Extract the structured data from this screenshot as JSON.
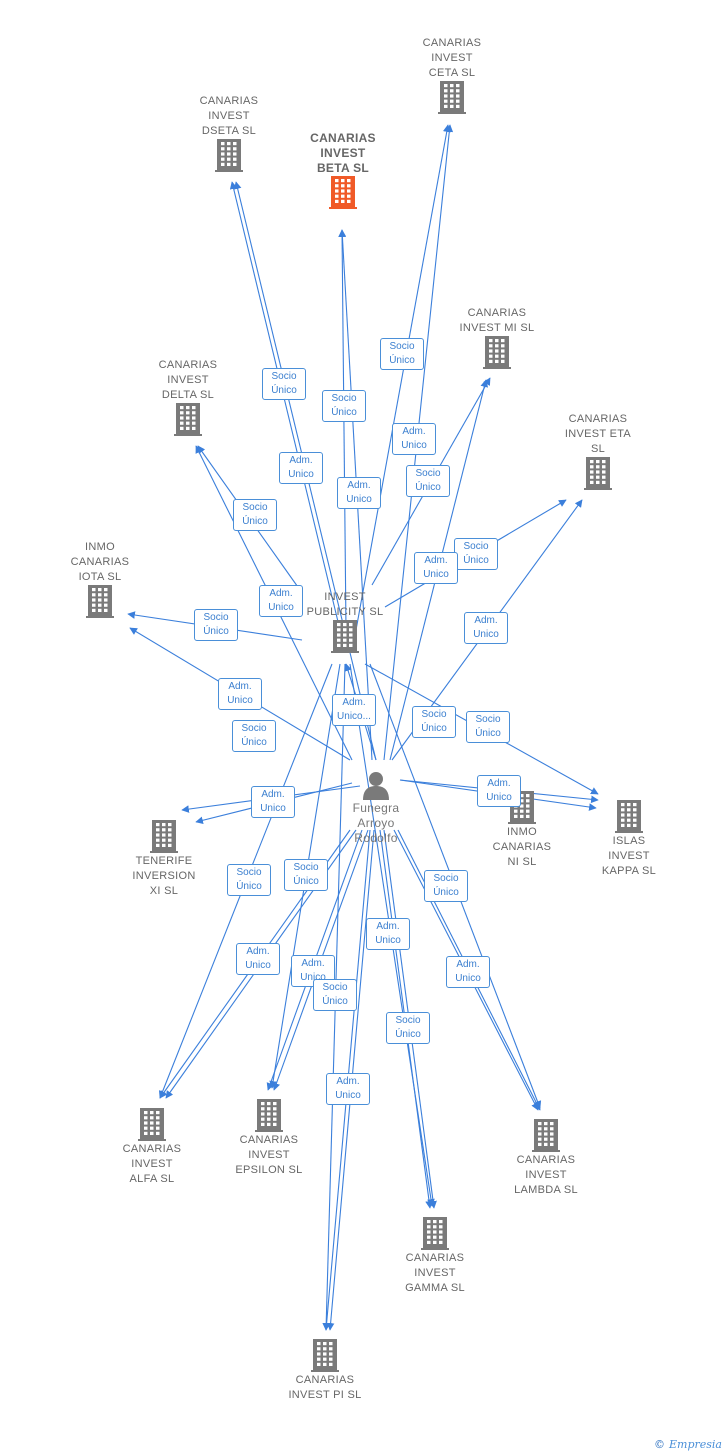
{
  "colors": {
    "edge": "#3b7fdb",
    "building": "#7a7a7a",
    "focus": "#f05a28"
  },
  "companies": [
    {
      "id": "ceta",
      "label": [
        "CANARIAS",
        "INVEST",
        "CETA  SL"
      ],
      "icon": "building-icon"
    },
    {
      "id": "dseta",
      "label": [
        "CANARIAS",
        "INVEST",
        "DSETA  SL"
      ],
      "icon": "building-icon"
    },
    {
      "id": "beta",
      "label": [
        "CANARIAS",
        "INVEST",
        "BETA  SL"
      ],
      "icon": "building-icon",
      "focus": true
    },
    {
      "id": "mi",
      "label": [
        "CANARIAS",
        "INVEST MI  SL"
      ],
      "icon": "building-icon"
    },
    {
      "id": "delta",
      "label": [
        "CANARIAS",
        "INVEST",
        "DELTA  SL"
      ],
      "icon": "building-icon"
    },
    {
      "id": "eta",
      "label": [
        "CANARIAS",
        "INVEST ETA",
        "SL"
      ],
      "icon": "building-icon"
    },
    {
      "id": "iota",
      "label": [
        "INMO",
        "CANARIAS",
        "IOTA  SL"
      ],
      "icon": "building-icon"
    },
    {
      "id": "publicity",
      "label": [
        "INVEST",
        "PUBLICITY  SL"
      ],
      "icon": "building-icon"
    },
    {
      "id": "tenerife",
      "label": [
        "TENERIFE",
        "INVERSION",
        "XI  SL"
      ],
      "icon": "building-icon"
    },
    {
      "id": "ni",
      "label": [
        "INMO",
        "CANARIAS",
        "NI  SL"
      ],
      "icon": "building-icon"
    },
    {
      "id": "kappa",
      "label": [
        "ISLAS",
        "INVEST",
        "KAPPA  SL"
      ],
      "icon": "building-icon"
    },
    {
      "id": "alfa",
      "label": [
        "CANARIAS",
        "INVEST",
        "ALFA  SL"
      ],
      "icon": "building-icon"
    },
    {
      "id": "epsilon",
      "label": [
        "CANARIAS",
        "INVEST",
        "EPSILON  SL"
      ],
      "icon": "building-icon"
    },
    {
      "id": "lambda",
      "label": [
        "CANARIAS",
        "INVEST",
        "LAMBDA  SL"
      ],
      "icon": "building-icon"
    },
    {
      "id": "gamma",
      "label": [
        "CANARIAS",
        "INVEST",
        "GAMMA  SL"
      ],
      "icon": "building-icon"
    },
    {
      "id": "pi",
      "label": [
        "CANARIAS",
        "INVEST PI  SL"
      ],
      "icon": "building-icon"
    }
  ],
  "person": {
    "id": "funegra",
    "label": [
      "Funegra",
      "Arroyo",
      "Rodolfo"
    ],
    "icon": "person-icon"
  },
  "relations": [
    {
      "id": "r1",
      "text": [
        "Socio",
        "Único"
      ]
    },
    {
      "id": "r2",
      "text": [
        "Socio",
        "Único"
      ]
    },
    {
      "id": "r3",
      "text": [
        "Socio",
        "Único"
      ]
    },
    {
      "id": "r4",
      "text": [
        "Adm.",
        "Unico"
      ]
    },
    {
      "id": "r5",
      "text": [
        "Adm.",
        "Unico"
      ]
    },
    {
      "id": "r6",
      "text": [
        "Socio",
        "Único"
      ]
    },
    {
      "id": "r7",
      "text": [
        "Adm.",
        "Unico"
      ]
    },
    {
      "id": "r8",
      "text": [
        "Socio",
        "Único"
      ]
    },
    {
      "id": "r9",
      "text": [
        "Socio",
        "Único"
      ]
    },
    {
      "id": "r10",
      "text": [
        "Adm.",
        "Unico"
      ]
    },
    {
      "id": "r11",
      "text": [
        "Adm.",
        "Unico"
      ]
    },
    {
      "id": "r12",
      "text": [
        "Socio",
        "Único"
      ]
    },
    {
      "id": "r13",
      "text": [
        "Adm.",
        "Unico"
      ]
    },
    {
      "id": "r14",
      "text": [
        "Adm.",
        "Unico"
      ]
    },
    {
      "id": "r15",
      "text": [
        "Adm.",
        "Unico..."
      ]
    },
    {
      "id": "r16",
      "text": [
        "Socio",
        "Único"
      ]
    },
    {
      "id": "r17",
      "text": [
        "Socio",
        "Único"
      ]
    },
    {
      "id": "r18",
      "text": [
        "Socio",
        "Único"
      ]
    },
    {
      "id": "r19",
      "text": [
        "Adm.",
        "Unico"
      ]
    },
    {
      "id": "r20",
      "text": [
        "Adm.",
        "Unico"
      ]
    },
    {
      "id": "r21",
      "text": [
        "Socio",
        "Único"
      ]
    },
    {
      "id": "r22",
      "text": [
        "Socio",
        "Único"
      ]
    },
    {
      "id": "r23",
      "text": [
        "Socio",
        "Único"
      ]
    },
    {
      "id": "r24",
      "text": [
        "Adm.",
        "Unico"
      ]
    },
    {
      "id": "r25",
      "text": [
        "Adm.",
        "Unico"
      ]
    },
    {
      "id": "r26",
      "text": [
        "Adm.",
        "Unico"
      ]
    },
    {
      "id": "r27",
      "text": [
        "Socio",
        "Único"
      ]
    },
    {
      "id": "r28",
      "text": [
        "Adm.",
        "Unico"
      ]
    },
    {
      "id": "r29",
      "text": [
        "Socio",
        "Único"
      ]
    },
    {
      "id": "r30",
      "text": [
        "Adm.",
        "Unico"
      ]
    },
    {
      "id": "r31",
      "text": [
        "Adm.",
        "Unico"
      ]
    }
  ],
  "watermark": {
    "copyright": "©",
    "brand": "Empresia"
  }
}
